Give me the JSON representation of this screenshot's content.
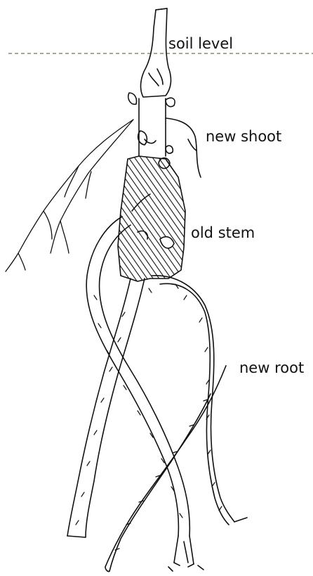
{
  "labels": {
    "soil_level": "soil level",
    "new_shoot": "new shoot",
    "old_stem": "old stem",
    "new_root": "new root"
  },
  "colors": {
    "ink": "#111111",
    "soil_line": "#8a8a6a",
    "background": "#ffffff"
  }
}
